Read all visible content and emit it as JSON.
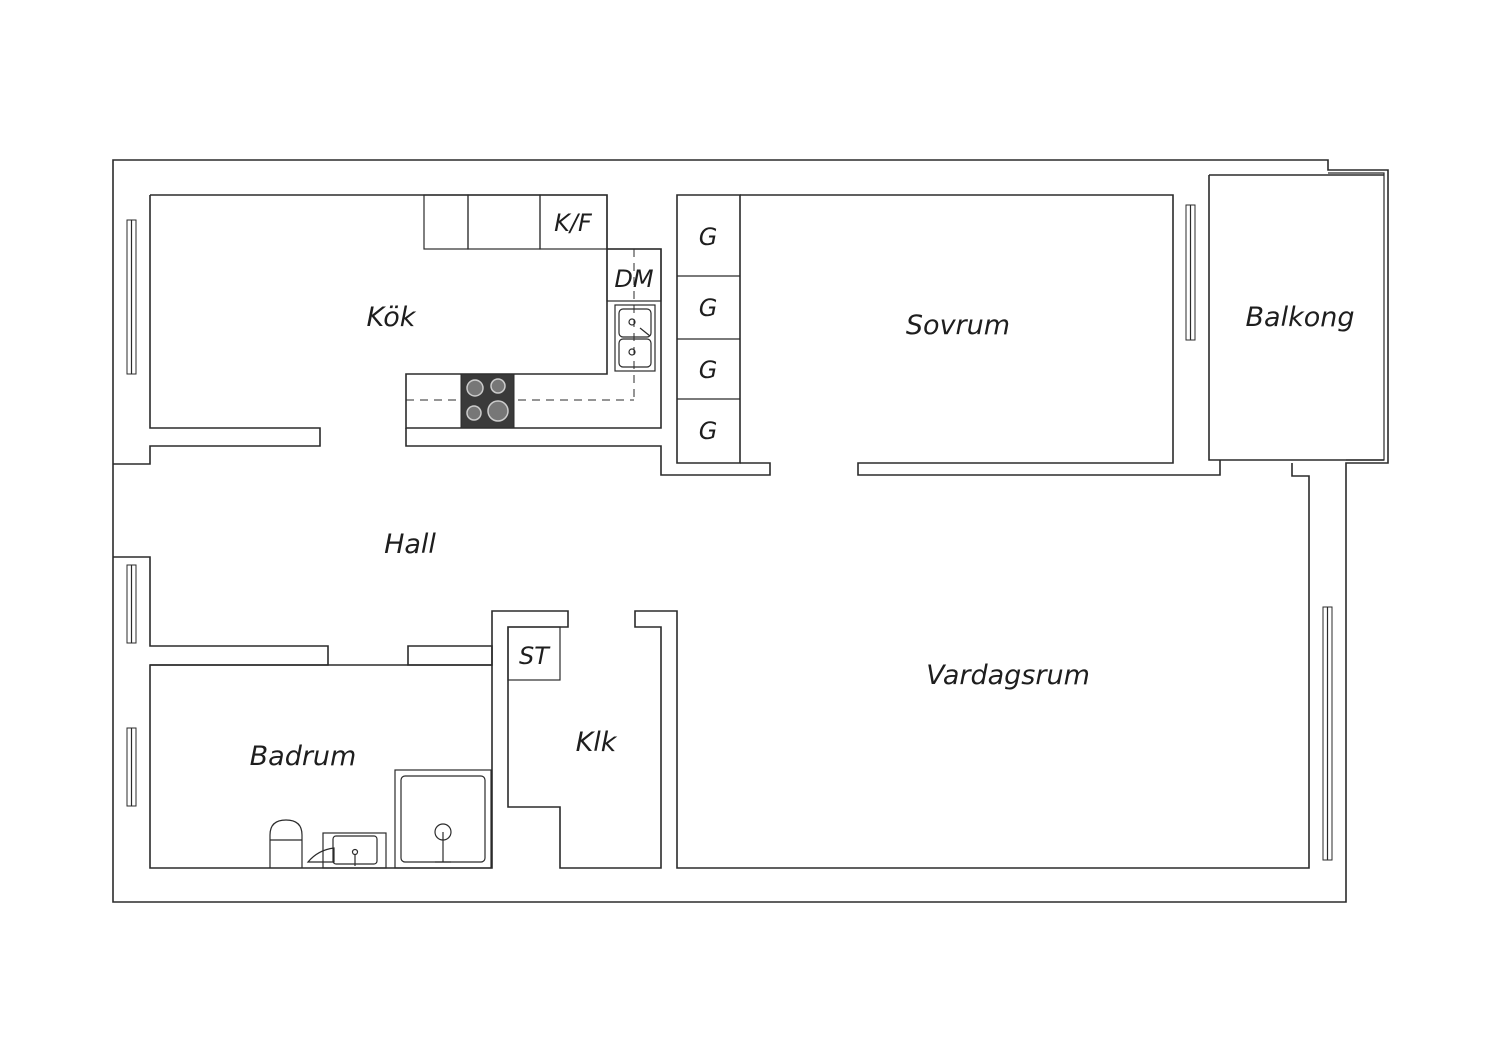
{
  "rooms": {
    "kok": "Kök",
    "sovrum": "Sovrum",
    "balkong": "Balkong",
    "hall": "Hall",
    "vardagsrum": "Vardagsrum",
    "badrum": "Badrum",
    "klk": "Klk"
  },
  "fixtures": {
    "kf": "K/F",
    "dm": "DM",
    "g1": "G",
    "g2": "G",
    "g3": "G",
    "g4": "G",
    "st": "ST"
  },
  "icons": {
    "sink": "kitchen-sink-icon",
    "stove": "stove-icon",
    "toilet": "toilet-icon",
    "washbasin": "washbasin-icon",
    "shower": "shower-icon"
  },
  "colors": {
    "line": "#2b2b2b",
    "stove": "#3a3a3a",
    "background": "#ffffff"
  }
}
